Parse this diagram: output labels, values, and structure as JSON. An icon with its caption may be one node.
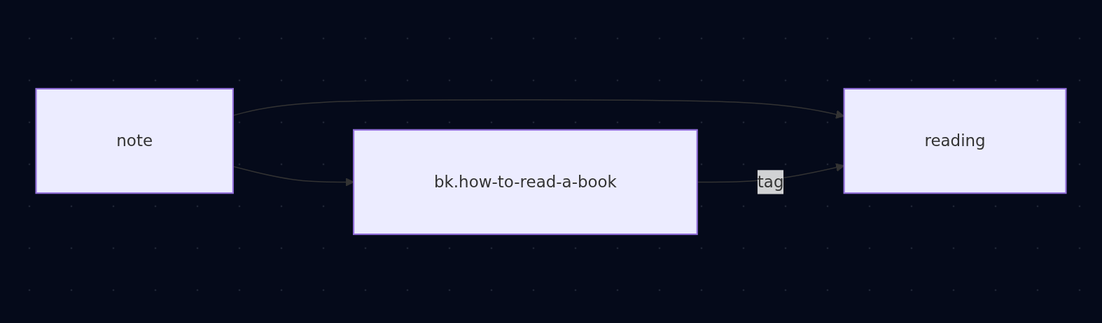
{
  "diagram": {
    "nodes": [
      {
        "text": [
          "note"
        ]
      },
      {
        "text": [
          "bk.how-to-read-a-book"
        ]
      },
      {
        "text": [
          "reading"
        ]
      }
    ],
    "edges": [
      {
        "from": 0,
        "to": 2,
        "arrow": "to"
      },
      {
        "from": 0,
        "to": 1,
        "arrow": "to"
      },
      {
        "from": 1,
        "to": 2,
        "arrow": "to",
        "label": "tag"
      }
    ]
  }
}
